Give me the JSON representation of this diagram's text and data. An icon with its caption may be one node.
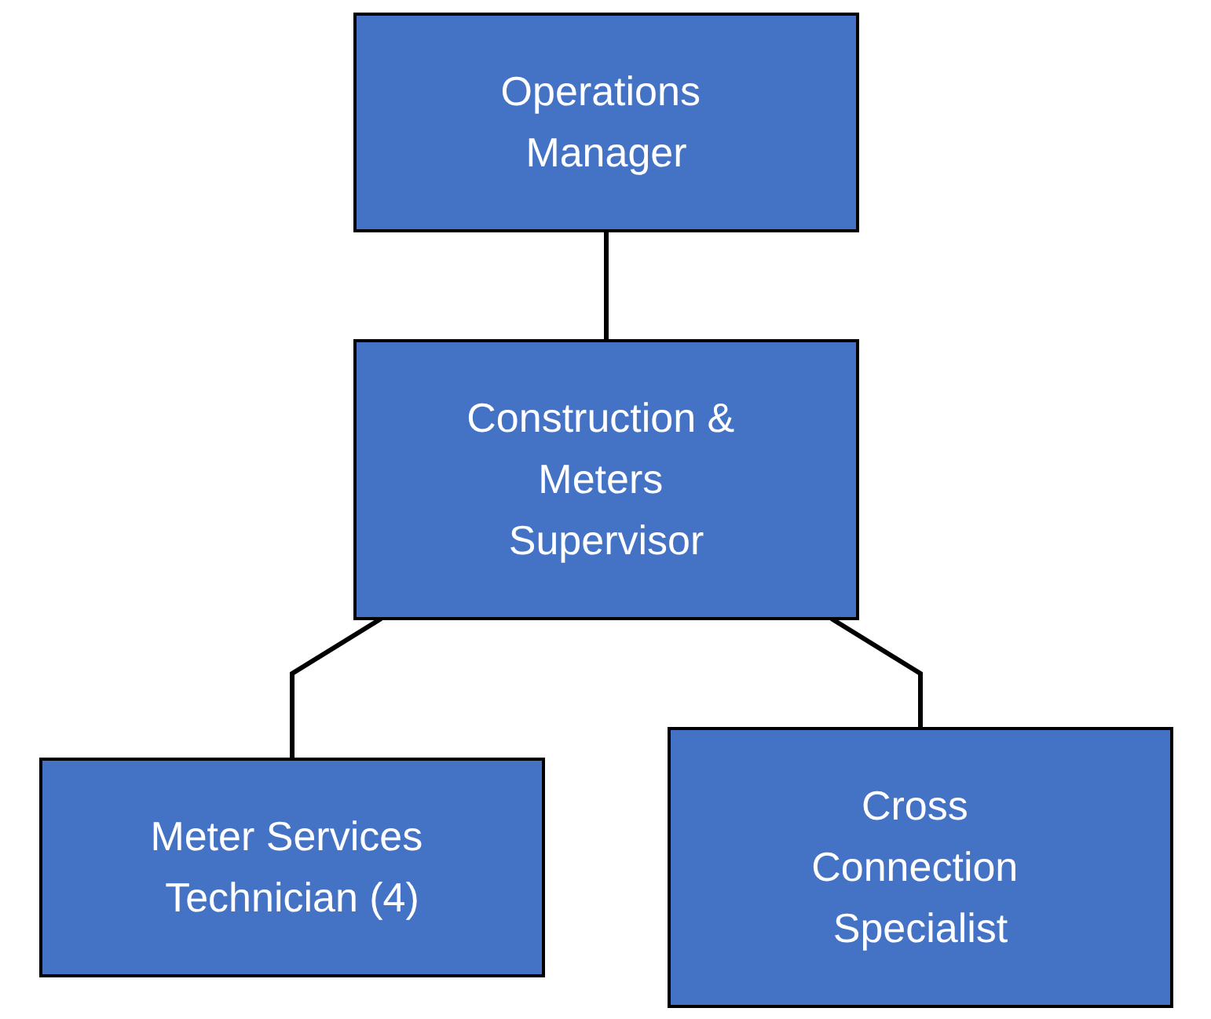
{
  "diagram": {
    "nodes": [
      {
        "text": [
          "Operations Manager"
        ]
      },
      {
        "text": [
          "Construction & Meters Supervisor"
        ]
      },
      {
        "text": [
          "Meter Services Technician (4)"
        ]
      },
      {
        "text": [
          "Cross Connection Specialist"
        ]
      }
    ],
    "edges": [
      {
        "from": 0,
        "to": 1,
        "arrow": "none"
      },
      {
        "from": 1,
        "to": 2,
        "arrow": "none"
      },
      {
        "from": 1,
        "to": 3,
        "arrow": "none"
      }
    ]
  }
}
